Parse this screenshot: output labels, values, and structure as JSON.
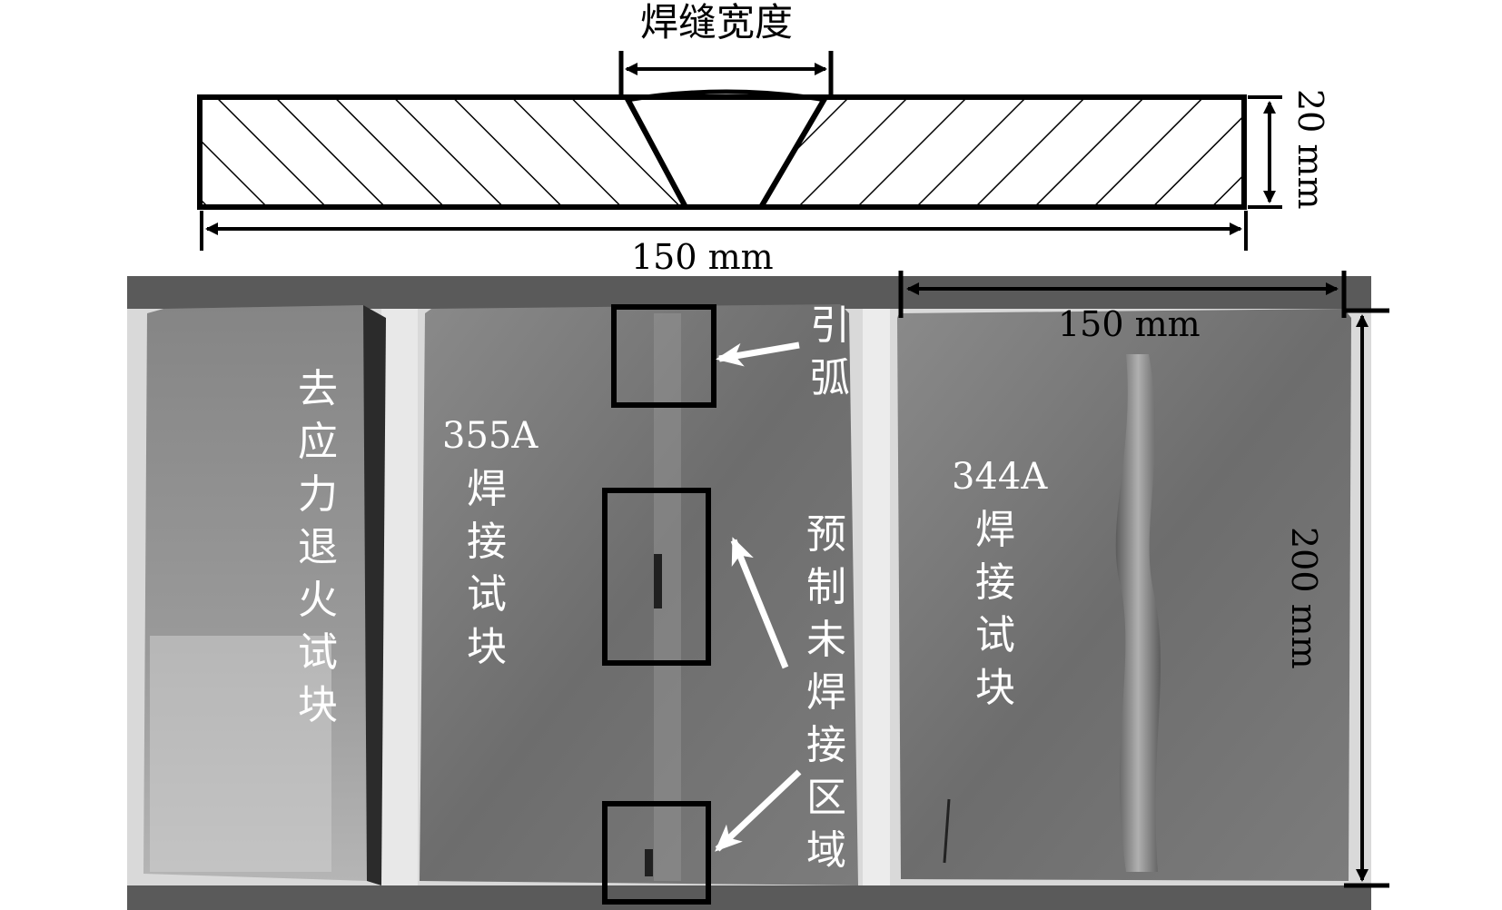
{
  "diagram": {
    "cross_section": {
      "top_label": "焊缝宽度",
      "thickness": "20 mm",
      "width": "150 mm"
    },
    "photo": {
      "width_label": "150 mm",
      "height_label": "200 mm",
      "blocks": [
        {
          "label_chars": [
            "去",
            "应",
            "力",
            "退",
            "火",
            "试",
            "块"
          ]
        },
        {
          "prefix": "355A",
          "label_chars": [
            "焊",
            "接",
            "试",
            "块"
          ]
        },
        {
          "prefix": "344A",
          "label_chars": [
            "焊",
            "接",
            "试",
            "块"
          ]
        }
      ],
      "annotations": {
        "arc": [
          "引",
          "弧"
        ],
        "defect": [
          "预",
          "制",
          "未",
          "焊",
          "接",
          "区",
          "域"
        ]
      }
    }
  }
}
